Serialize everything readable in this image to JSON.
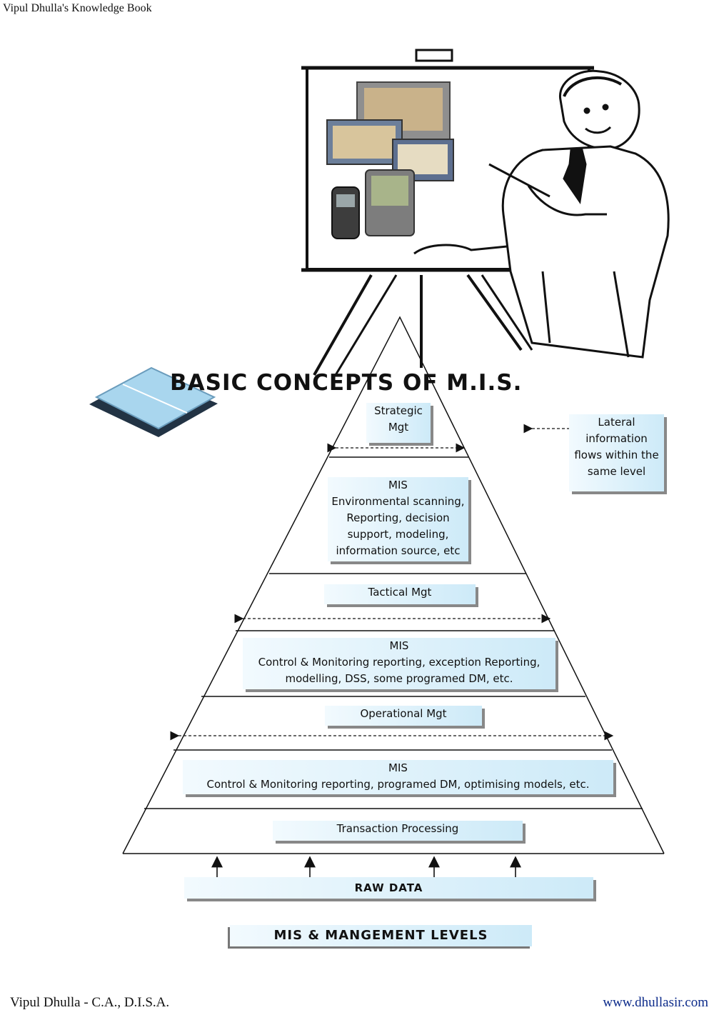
{
  "page": {
    "header": "Vipul Dhulla's Knowledge Book",
    "footer_left": "Vipul Dhulla - C.A., D.I.S.A.",
    "footer_right": "www.dhullasir.com"
  },
  "diagram": {
    "title": "BASIC CONCEPTS OF M.I.S.",
    "levels": {
      "strategic": [
        "Strategic",
        "Mgt"
      ],
      "mis_strategic": [
        "MIS",
        "Environmental scanning,",
        "Reporting, decision",
        "support, modeling,",
        "information source, etc"
      ],
      "tactical": "Tactical Mgt",
      "mis_tactical": [
        "MIS",
        "Control & Monitoring reporting, exception Reporting,",
        "modelling, DSS, some programed DM, etc."
      ],
      "operational": "Operational Mgt",
      "mis_operational": [
        "MIS",
        "Control & Monitoring reporting, programed DM, optimising models, etc."
      ],
      "transaction": "Transaction Processing",
      "raw_data": "RAW DATA"
    },
    "lateral_note": [
      "Lateral",
      "information",
      "flows within the",
      "same level"
    ],
    "caption": "MIS & MANGEMENT LEVELS",
    "colors": {
      "box_light": "#f2fafe",
      "box_dark": "#cdeaf8",
      "book": "#a9d6ee"
    }
  }
}
